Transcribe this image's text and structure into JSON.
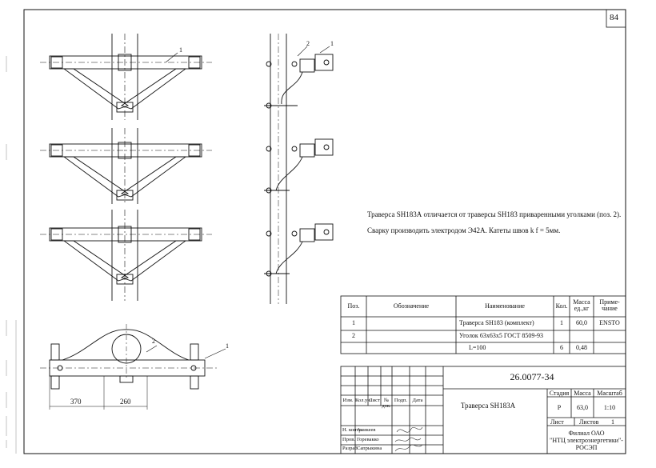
{
  "page_number": "84",
  "notes": [
    "Траверса SH183А отличается от траверсы SH183 приваренными уголками (поз. 2).",
    "Сварку производить электродом Э42А. Катеты швов k f = 5мм."
  ],
  "position_labels": [
    "1",
    "2"
  ],
  "dimensions": [
    "370",
    "260",
    "L=100"
  ],
  "spec_table": {
    "headers": {
      "pos": "Поз.",
      "designation": "Обозначение",
      "name": "Наименование",
      "qty": "Кол.",
      "mass": "Масса ед.,кг",
      "note": "Приме-чание"
    },
    "rows": [
      {
        "pos": "1",
        "designation": "",
        "name": "Траверса SH183 (комплект)",
        "qty": "1",
        "mass": "60,0",
        "note": "ENSTO"
      },
      {
        "pos": "2",
        "designation": "",
        "name": "Уголок 63x63x5 ГОСТ 8509-93",
        "qty": "",
        "mass": "",
        "note": ""
      },
      {
        "pos": "",
        "designation": "",
        "name": "L=100",
        "qty": "6",
        "mass": "0,48",
        "note": ""
      }
    ]
  },
  "title_block": {
    "doc_code": "26.0077-34",
    "item_name": "Траверса SH183А",
    "stage_label": "Стадия",
    "mass_label": "Масса",
    "scale_label": "Масштаб",
    "stage": "Р",
    "mass": "63,0",
    "scale": "1:10",
    "sheet_label": "Лист",
    "sheets_label": "Листов",
    "sheets": "1",
    "revision_headers": [
      "Изм.",
      "Кол.уч.",
      "Лист",
      "№ док.",
      "Подп.",
      "Дата"
    ],
    "signatures": [
      {
        "role": "Н. контр.",
        "name": "Аникеев"
      },
      {
        "role": "Пров.",
        "name": "Горевакко"
      },
      {
        "role": "Разраб.",
        "name": "Сапрыкина"
      }
    ],
    "organization": [
      "Филиал ОАО",
      "\"НТЦ электроэнергетики\"-",
      "РОСЭП"
    ]
  }
}
